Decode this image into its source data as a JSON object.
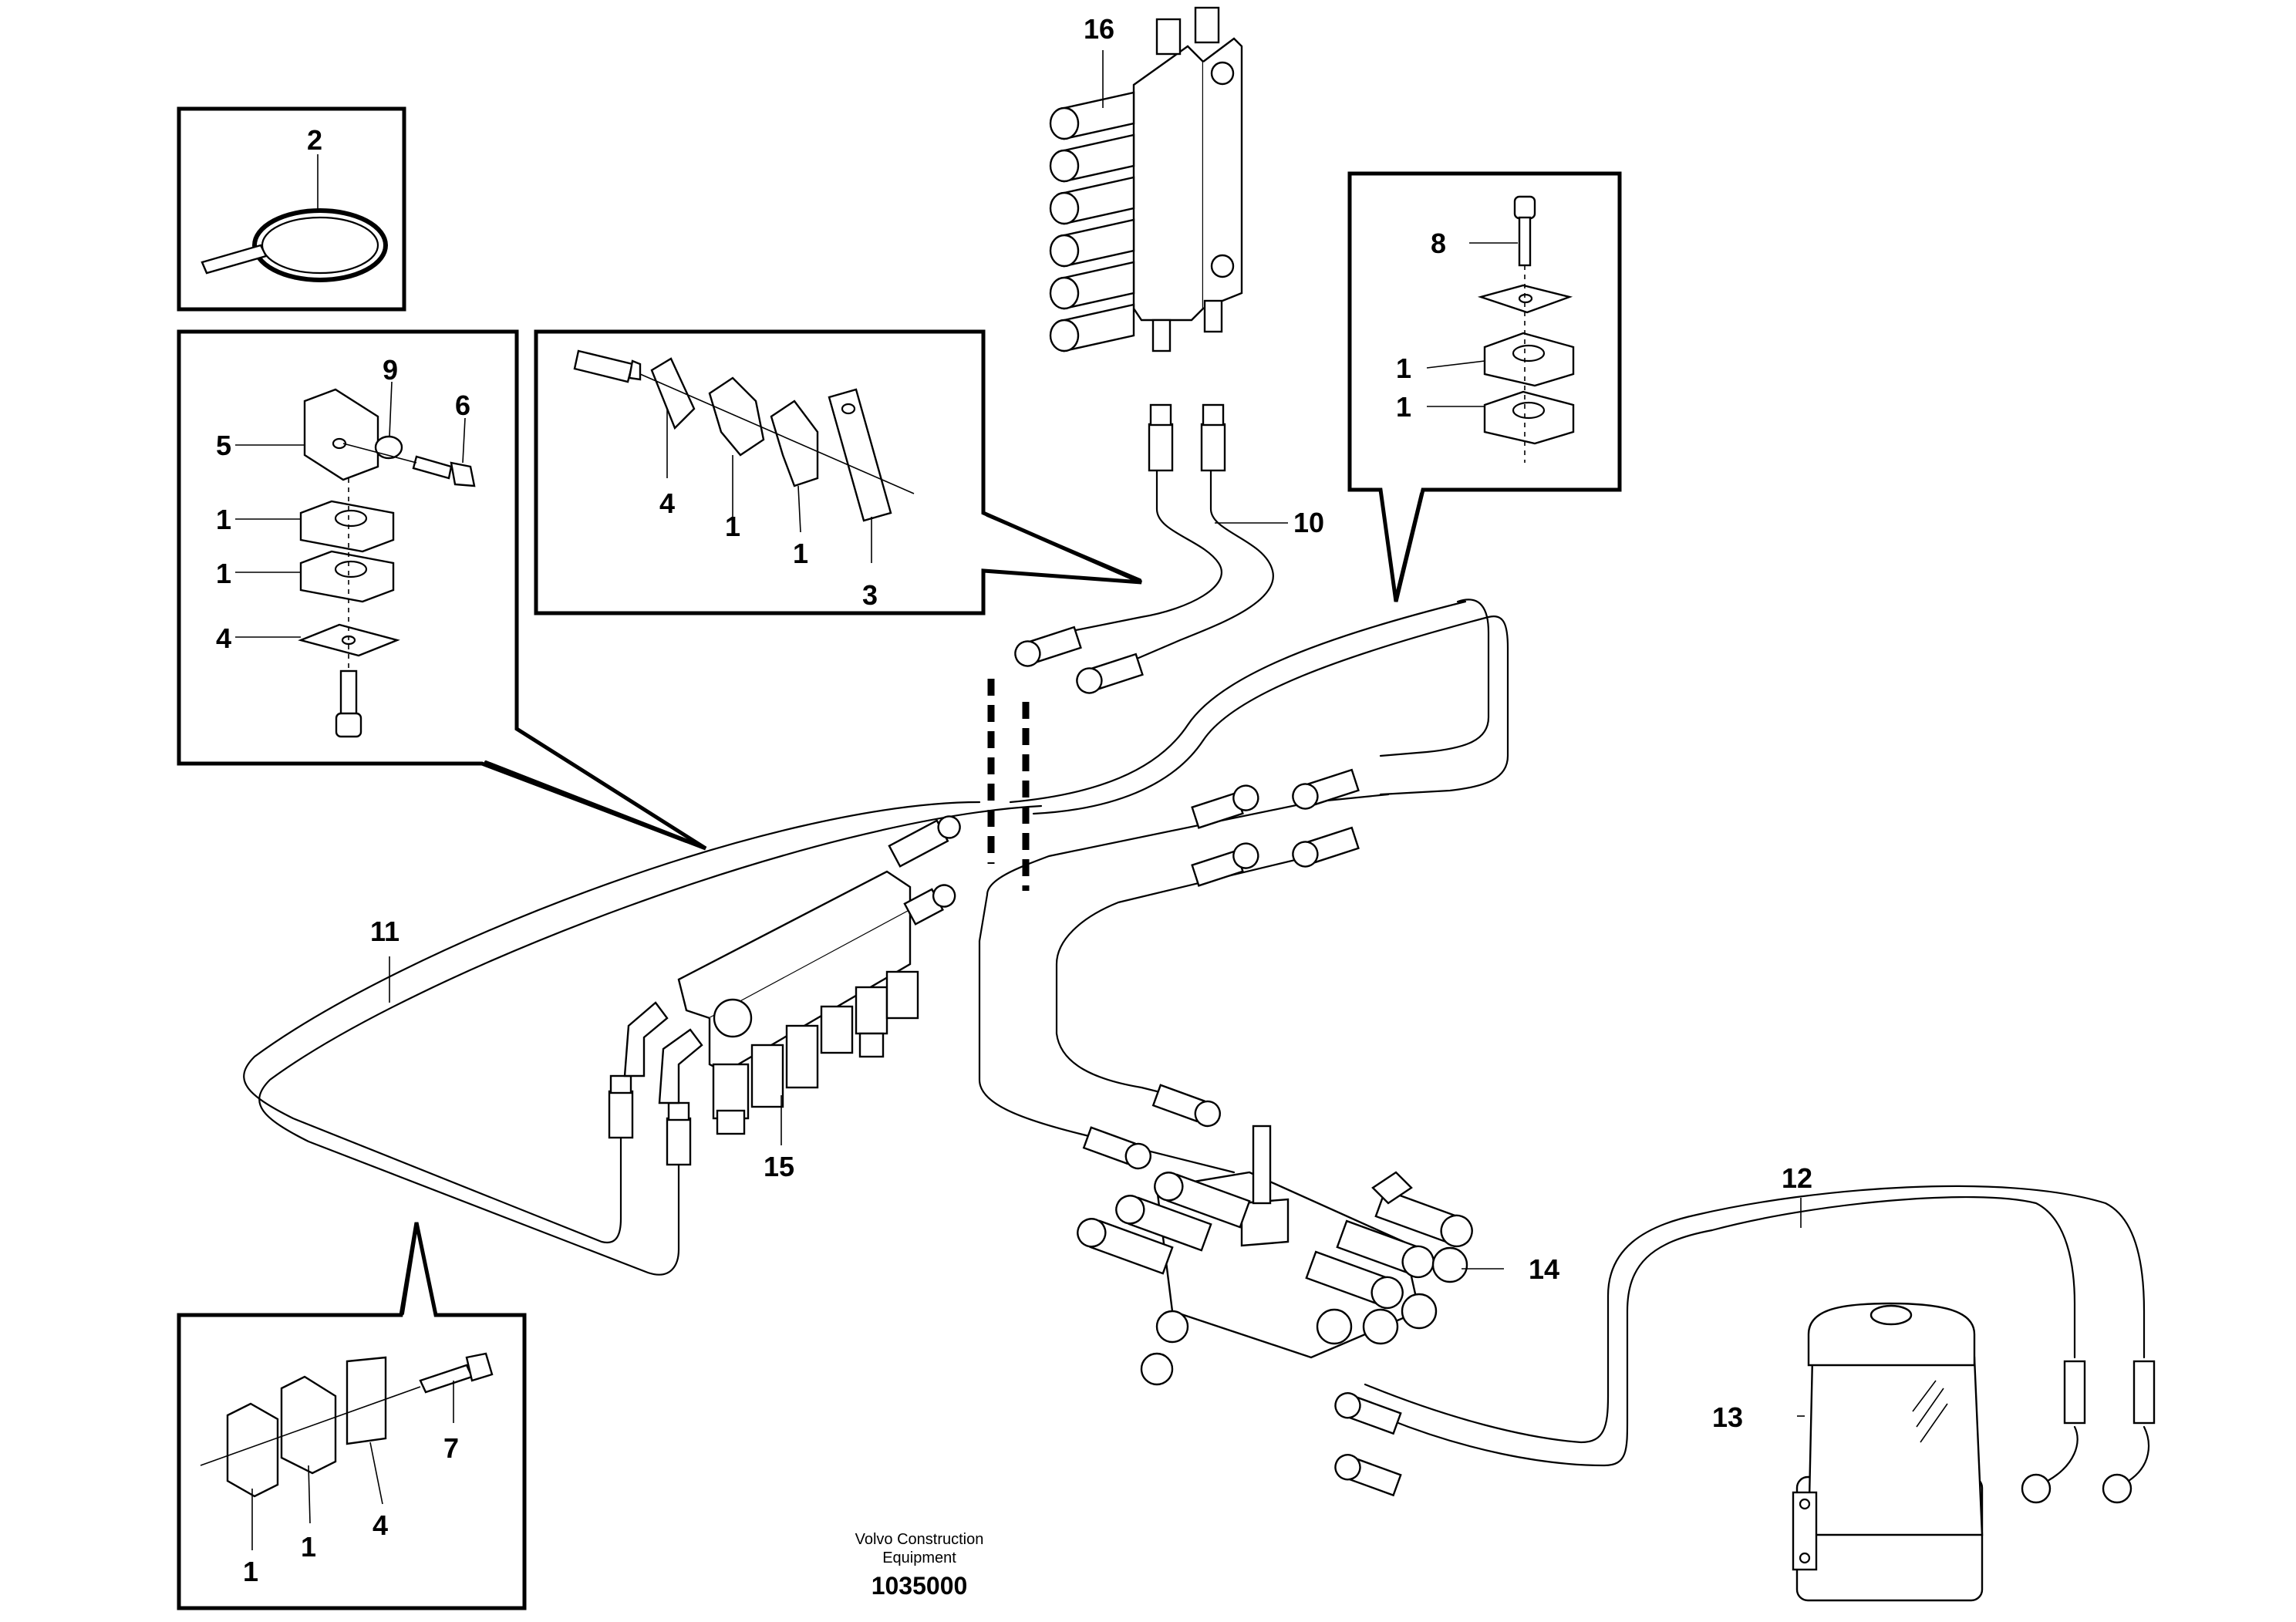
{
  "labels": {
    "l2": "2",
    "l9": "9",
    "l6": "6",
    "l5": "5",
    "l1a": "1",
    "l1b": "1",
    "l4a": "4",
    "l4b": "4",
    "l1c": "1",
    "l1d": "1",
    "l3": "3",
    "l16": "16",
    "l10": "10",
    "l8": "8",
    "l1e": "1",
    "l1f": "1",
    "l11": "11",
    "l15": "15",
    "l12": "12",
    "l14": "14",
    "l13": "13",
    "l7": "7",
    "l4c": "4",
    "l1g": "1",
    "l1h": "1"
  },
  "footer": {
    "line1": "Volvo Construction",
    "line2": "Equipment",
    "code": "1035000"
  }
}
